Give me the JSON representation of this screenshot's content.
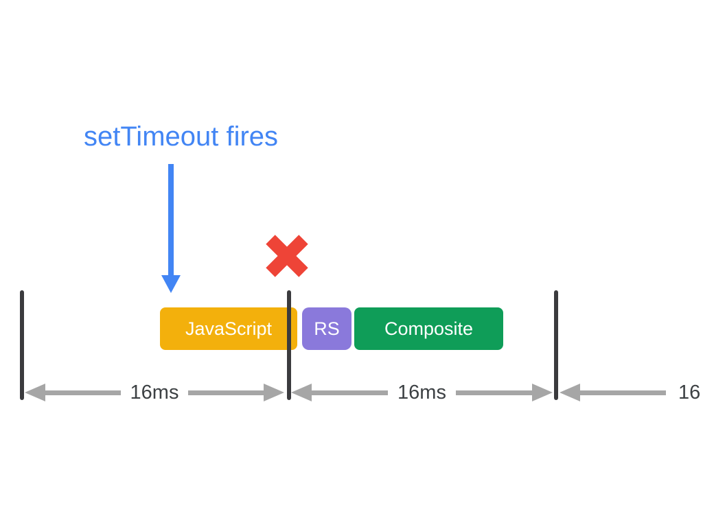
{
  "annotation": {
    "title": "setTimeout fires",
    "title_color": "#4285F4",
    "arrow_icon": "down-arrow-icon",
    "blocked_icon": "x-mark-icon",
    "x_mark_color": "#EE4437"
  },
  "timeline": {
    "boundary_tick_color": "#3B3B3E",
    "boundary_tick_count": 3,
    "frames": [
      {
        "label": "JavaScript",
        "color": "#F3B00C"
      },
      {
        "label": "RS",
        "color": "#8A79DB"
      },
      {
        "label": "Composite",
        "color": "#0F9D58"
      }
    ]
  },
  "measurements": {
    "arrow_color": "#A6A6A6",
    "text_color": "#3C4043",
    "spans": [
      {
        "label": "16ms"
      },
      {
        "label": "16ms"
      },
      {
        "label": "16"
      }
    ]
  },
  "palette": {
    "background": "#FFFFFF",
    "blue": "#4285F4",
    "red": "#EE4437",
    "yellow": "#F3B00C",
    "purple": "#8A79DB",
    "green": "#0F9D58",
    "gray_arrow": "#A6A6A6",
    "dark_bar": "#3B3B3E"
  }
}
